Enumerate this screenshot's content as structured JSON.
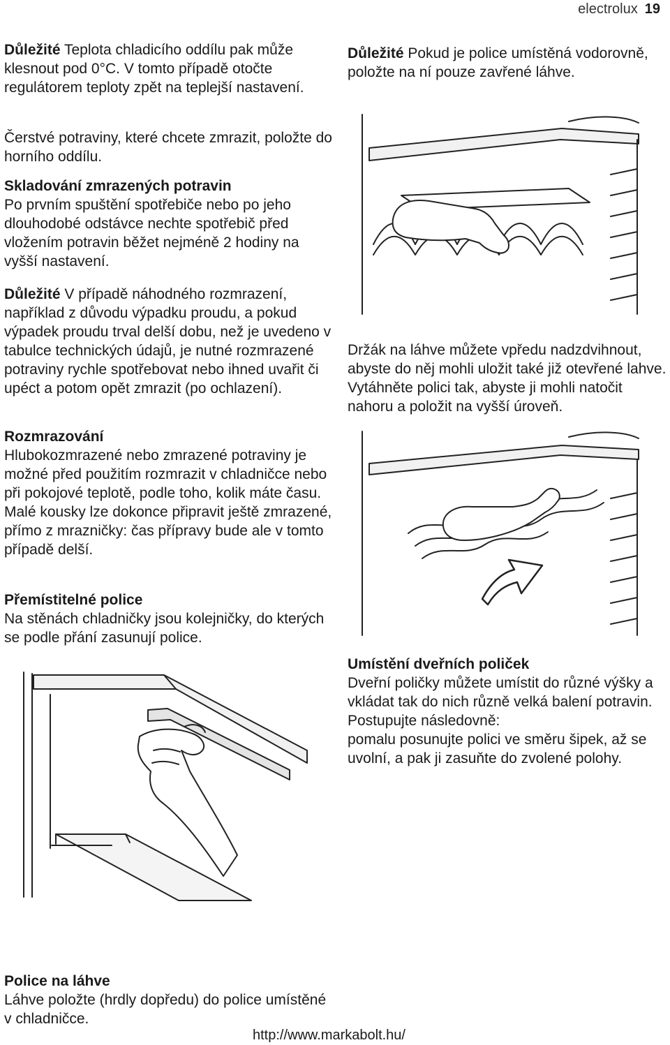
{
  "header": {
    "brand": "electrolux",
    "page_number": "19"
  },
  "left": {
    "p1": {
      "lead": "Důležité",
      "text": " Teplota chladicího oddílu pak může klesnout pod 0°C. V tomto případě otočte regulátorem teploty zpět na teplejší nastavení."
    },
    "p2": "Čerstvé potraviny, které chcete zmrazit, položte do horního oddílu.",
    "storage": {
      "heading": "Skladování zmrazených potravin",
      "text": "Po prvním spuštění spotřebiče nebo po jeho dlouhodobé odstávce nechte spotřebič před vložením potravin běžet nejméně 2 hodiny na vyšší nastavení."
    },
    "p3": {
      "lead": "Důležité",
      "text": " V případě náhodného rozmrazení, například z důvodu výpadku proudu, a pokud výpadek proudu trval delší dobu, než je uvedeno v tabulce technických údajů, je nutné rozmrazené potraviny rychle spotřebovat nebo ihned uvařit či upéct a potom opět zmrazit (po ochlazení)."
    },
    "thaw": {
      "heading": "Rozmrazování",
      "text1": "Hlubokozmrazené nebo zmrazené potraviny je možné před použitím rozmrazit v chladničce nebo při pokojové teplotě, podle toho, kolik máte času.",
      "text2": "Malé kousky lze dokonce připravit ještě zmrazené, přímo z mrazničky: čas přípravy bude ale v tomto případě delší."
    },
    "shelves": {
      "heading": "Přemístitelné police",
      "text": "Na stěnách chladničky jsou kolejničky, do kterých se podle přání zasunují police."
    },
    "bottle_shelf": {
      "heading": "Police na láhve",
      "text": "Láhve položte (hrdly dopředu) do police umístěné v chladničce."
    }
  },
  "right": {
    "p1": {
      "lead": "Důležité",
      "text": " Pokud je police umístěná vodorovně, položte na ní pouze zavřené láhve."
    },
    "p2": "Držák na láhve můžete vpředu nadzdvihnout, abyste do něj mohli uložit také již otevřené lahve. Vytáhněte polici tak, abyste ji mohli natočit nahoru a položit na vyšší úroveň.",
    "door": {
      "heading": "Umístění dveřních poliček",
      "text1": "Dveřní poličky můžete umístit do různé výšky a vkládat tak do nich různě velká balení potravin.",
      "text2": "Postupujte následovně:",
      "text3": "pomalu posunujte polici ve směru šipek, až se uvolní, a pak ji zasuňte do zvolené polohy."
    }
  },
  "footer": {
    "url": "http://www.markabolt.hu/"
  }
}
